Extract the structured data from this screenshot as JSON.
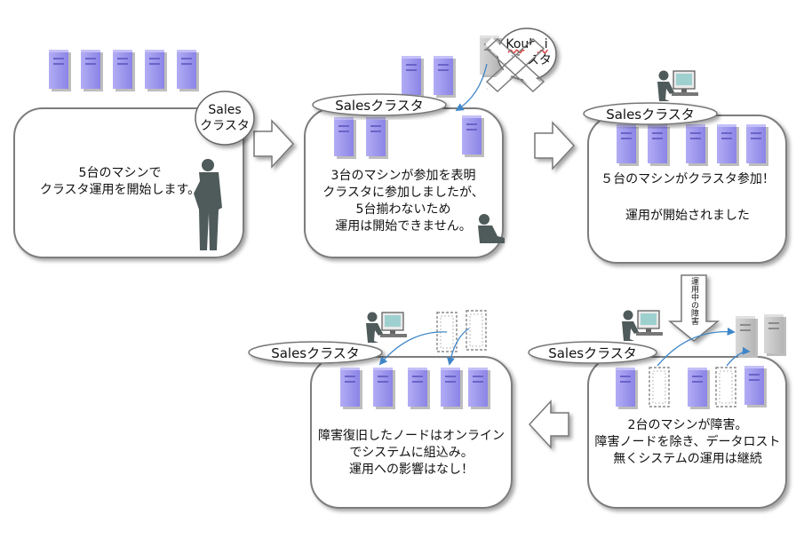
{
  "panels": {
    "p1": {
      "lines": [
        "5台のマシンで",
        "クラスタ運用を開始します。"
      ],
      "bubble": [
        "Sales",
        "クラスタ"
      ]
    },
    "p2": {
      "lines": [
        "3台のマシンが参加を表明",
        "クラスタに参加しましたが、",
        "5台揃わないため",
        "運用は開始できません。"
      ],
      "label": "Salesクラスタ",
      "other_bubble": [
        "Koubai",
        "クラスタ"
      ]
    },
    "p3": {
      "lines": [
        "５台のマシンがクラスタ参加！",
        "",
        "運用が開始されました"
      ],
      "label": "Salesクラスタ"
    },
    "p4": {
      "lines": [
        "2台のマシンが障害。",
        "障害ノードを除き、データロスト",
        "無くシステムの運用は継続"
      ],
      "label": "Salesクラスタ",
      "down_arrow": "運用中の障害"
    },
    "p5": {
      "lines": [
        "障害復旧したノードはオンライン",
        "でシステムに組込み。",
        "運用への影響はなし！"
      ],
      "label": "Salesクラスタ"
    }
  },
  "colors": {
    "server": "#9b95ee",
    "server_dark": "#6a63c8",
    "server_grey": "#c4c4c4",
    "person": "#4f5a5a",
    "panel_border": "#7d7d7d",
    "link": "#3f86c8"
  }
}
